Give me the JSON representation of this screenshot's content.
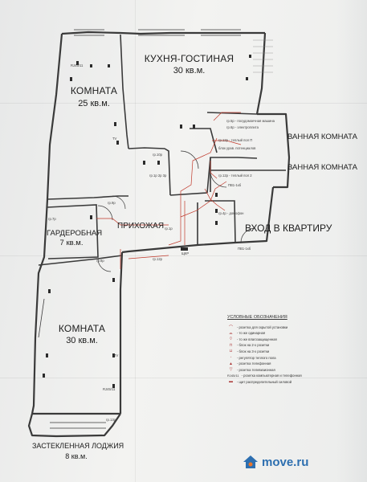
{
  "rooms": {
    "kitchen": {
      "name": "КУХНЯ-ГОСТИНАЯ",
      "area": "30 кв.м."
    },
    "room1": {
      "name": "КОМНАТА",
      "area": "25 кв.м."
    },
    "bath1": {
      "name": "ВАННАЯ КОМНАТА"
    },
    "bath2": {
      "name": "ВАННАЯ КОМНАТА"
    },
    "wardrobe": {
      "name": "ГАРДЕРОБНАЯ",
      "area": "7 кв.м."
    },
    "hall": {
      "name": "ПРИХОЖАЯ"
    },
    "entrance": {
      "name": "ВХОД В КВАРТИРУ"
    },
    "room2": {
      "name": "КОМНАТА",
      "area": "30 кв.м."
    },
    "loggia": {
      "name": "ЗАСТЕКЛЕННАЯ ЛОДЖИЯ",
      "area": "8 кв.м."
    }
  },
  "small_labels": {
    "rj1": "RJ45/11",
    "rj2": "RJ45/11",
    "tv1": "TV",
    "tv2": "TV",
    "gr13": "гр.13р",
    "gr12": "гр.12р",
    "gr1": "гр.1р",
    "gr7": "гр.7р",
    "gr8": "гр.8р",
    "gr9": "гр.9р",
    "gr10": "гр.10р",
    "shchr": "ЩКР",
    "pvi": "ПВ1-1кб",
    "pvi2": "ПВ1-1кб",
    "kitchen_note1": "гр.5р - посудомоечная машина",
    "kitchen_note2": "гр.6р - электроплита",
    "bath_note1": "гр.12р - теплый пол П",
    "bath_note2": "блок урав. потенциалов",
    "bath_note3": "гр.12р - теплый пол 2",
    "door_note": "гр.4р - домофон",
    "hall_note": "гр.1р 2р 3р"
  },
  "legend": {
    "title": "УСЛОВНЫЕ ОБОЗНАЧЕНИЯ",
    "items": [
      {
        "icon": "socket-icon",
        "symbol": "⌒",
        "text": "- розетка для скрытой установки"
      },
      {
        "icon": "double-socket-icon",
        "symbol": "⌓",
        "text": "- то же одинарная"
      },
      {
        "icon": "waterproof-socket-icon",
        "symbol": "⌔",
        "text": "- то же влагозащищенная"
      },
      {
        "icon": "block2-icon",
        "symbol": "⊓",
        "text": "- блок на 2-х розетки"
      },
      {
        "icon": "block3-icon",
        "symbol": "⊔",
        "text": "- блок на 3-х розетки"
      },
      {
        "icon": "thermo-icon",
        "symbol": "◦",
        "text": "- регулятор теплого пола"
      },
      {
        "icon": "phone-icon",
        "symbol": "▲",
        "text": "- розетка телефонная"
      },
      {
        "icon": "tv-socket-icon",
        "symbol": "▽",
        "text": "- розетка телевизионная"
      },
      {
        "icon": "rj-icon",
        "symbol": "RJ45/11",
        "text": "- розетка компьютерная и телефонная"
      },
      {
        "icon": "panel-icon",
        "symbol": "▬",
        "text": "- щит распределительный силовой"
      }
    ]
  },
  "logo": {
    "text": "move.ru"
  },
  "colors": {
    "wall": "#3a3a3a",
    "wiring": "#c0392b",
    "logo_blue": "#2d6fb0",
    "logo_orange": "#e8762c"
  }
}
